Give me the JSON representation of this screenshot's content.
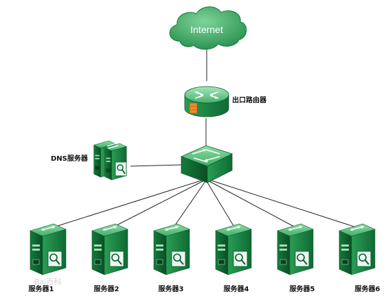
{
  "internet": {
    "label": "Internet"
  },
  "router": {
    "label": "出口路由器"
  },
  "dns": {
    "label": "DNS服务器"
  },
  "servers": [
    {
      "label": "服务器1"
    },
    {
      "label": "服务器2"
    },
    {
      "label": "服务器3"
    },
    {
      "label": "服务器4"
    },
    {
      "label": "服务器5"
    },
    {
      "label": "服务器6"
    }
  ],
  "watermark": {
    "label": "Bai百科"
  },
  "colors": {
    "device_green": "#1e8f4a",
    "device_light": "#5cc07e",
    "device_dark": "#0d5a2b",
    "router_panel": "#f08a2c",
    "line": "#222222"
  }
}
